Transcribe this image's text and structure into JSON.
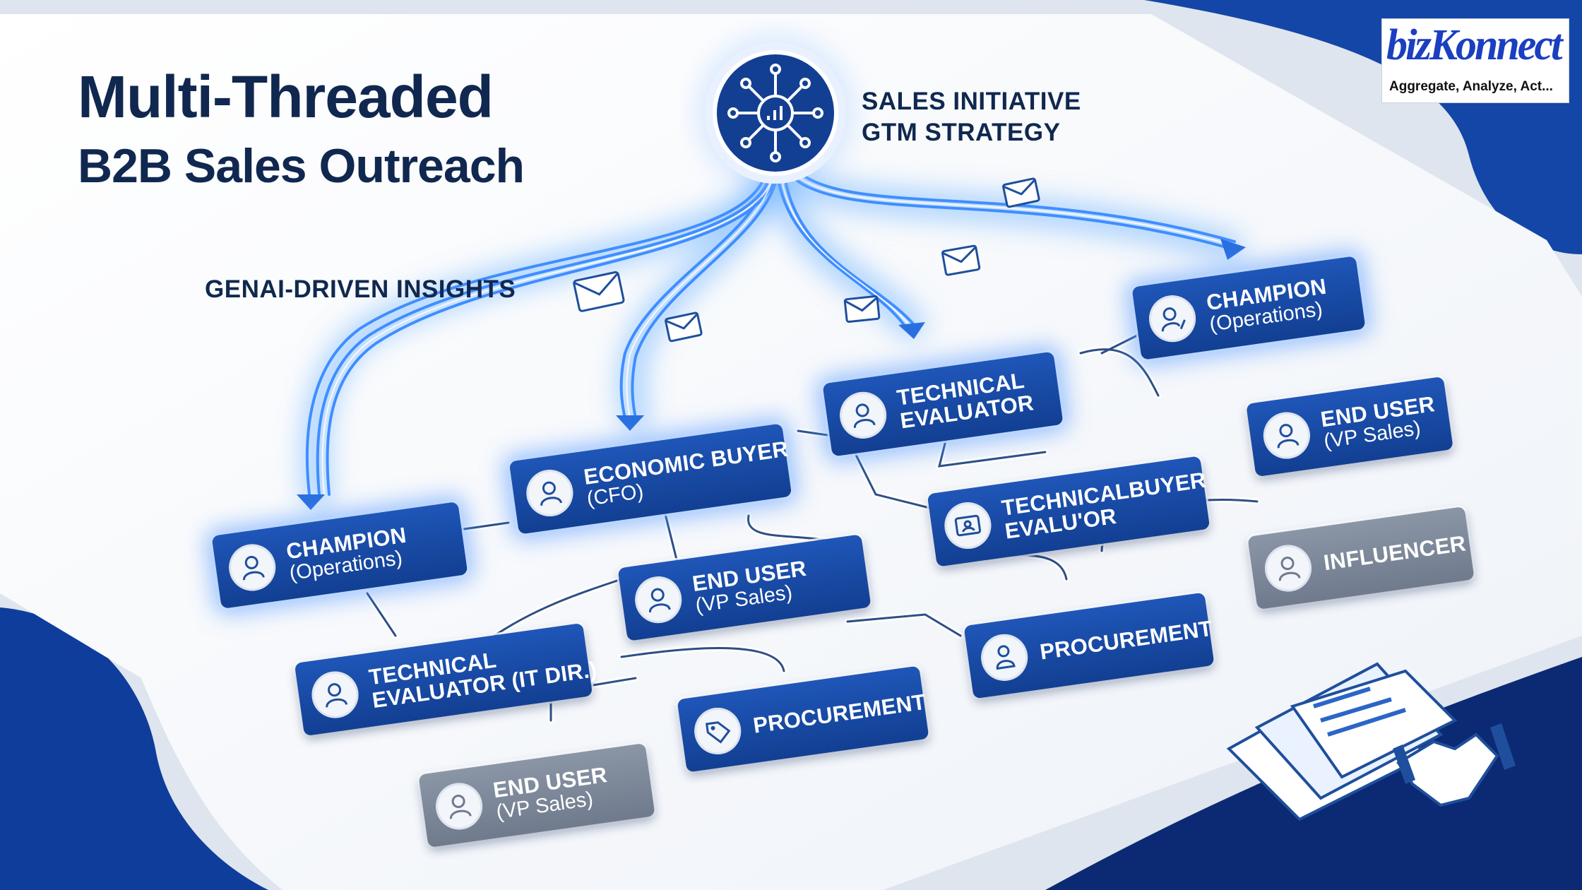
{
  "title": {
    "line1": "Multi-Threaded",
    "line2": "B2B Sales Outreach"
  },
  "hub": {
    "line1": "SALES INITIATIVE",
    "line2": "GTM STRATEGY",
    "icon": "network-analytics-icon"
  },
  "insights_label": "GENAI-DRIVEN INSIGHTS",
  "logo": {
    "word": "bizKonnect",
    "tagline": "Aggregate, Analyze, Act..."
  },
  "colors": {
    "navy": "#10284f",
    "card_blue": "#1a4ea8",
    "card_gray": "#7e8a9a",
    "glow": "#4da3ff"
  },
  "cards": {
    "champion_left": {
      "name": "CHAMPION",
      "sub": "(Operations)"
    },
    "economic_buyer": {
      "name": "ECONOMIC BUYER",
      "sub": "(CFO)"
    },
    "technical_evaluator_top": {
      "name": "TECHNICAL",
      "sub": "EVALUATOR"
    },
    "champion_right": {
      "name": "CHAMPION",
      "sub": "(Operations)"
    },
    "end_user_right": {
      "name": "END USER",
      "sub": "(VP Sales)"
    },
    "technicalbuyer": {
      "name": "TECHNICALBUYER",
      "sub": "EVALU'OR"
    },
    "influencer": {
      "name": "INFLUENCER",
      "sub": ""
    },
    "end_user_mid": {
      "name": "END USER",
      "sub": "(VP Sales)"
    },
    "technical_evaluator_it": {
      "name": "TECHNICAL",
      "sub": "EVALUATOR (IT Dir.)"
    },
    "procurement_right": {
      "name": "PROCUREMENT",
      "sub": ""
    },
    "procurement_mid": {
      "name": "PROCUREMENT",
      "sub": ""
    },
    "end_user_bottom": {
      "name": "END USER",
      "sub": "(VP Sales)"
    }
  }
}
